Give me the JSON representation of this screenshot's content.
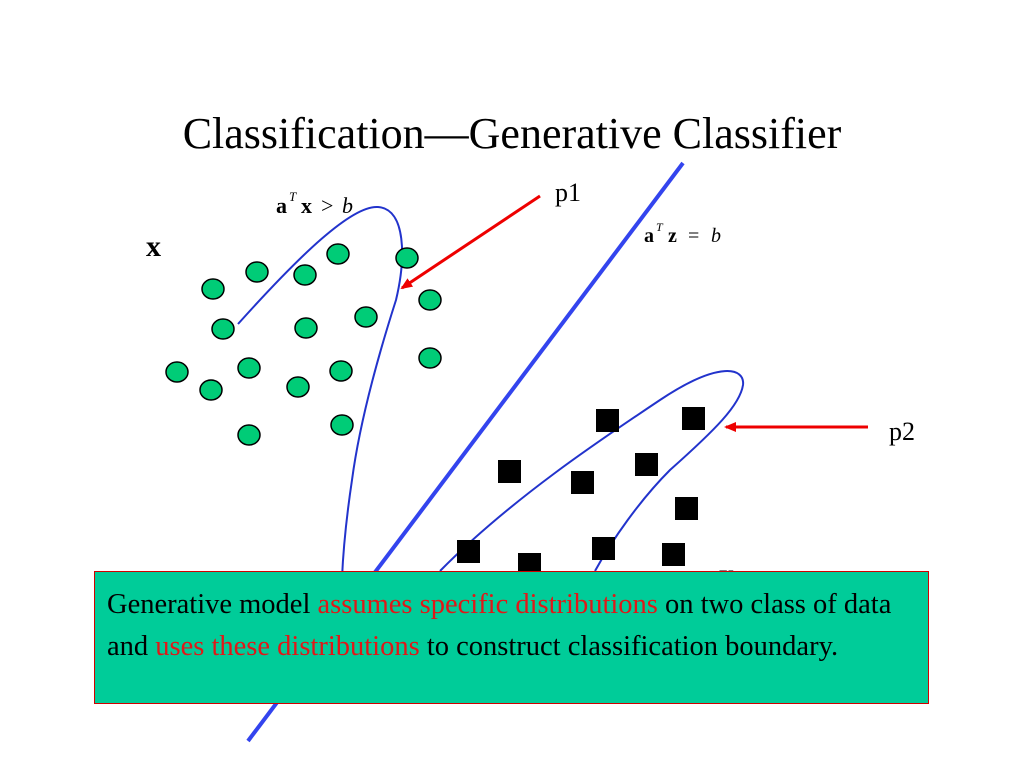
{
  "title": "Classification—Generative Classifier",
  "labels": {
    "x_top_left": "x",
    "x_bottom_right": "x",
    "p1": "p1",
    "p2": "p2",
    "ineq_a": "a",
    "ineq_T": "T",
    "ineq_x": "x",
    "ineq_gt": ">",
    "ineq_b": "b",
    "eq_a": "a",
    "eq_T": "T",
    "eq_z": "z",
    "eq_eq": "=",
    "eq_b": "b"
  },
  "callout": {
    "part1": "Generative model ",
    "part2": "assumes specific distributions",
    "part3": " on two class of data and ",
    "part4": "uses these distributions",
    "part5": " to construct classification boundary."
  },
  "colors": {
    "circle_fill": "#00cc77",
    "boundary_line": "#3344ee",
    "distribution_outline": "#2233cc",
    "arrow": "#ee0000",
    "callout_bg": "#00cc99",
    "callout_border": "#d00000",
    "highlight_text": "#e01818"
  }
}
